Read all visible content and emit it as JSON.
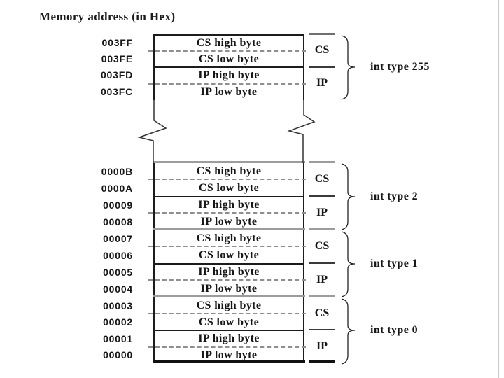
{
  "title": "Memory address (in Hex)",
  "colors": {
    "ink": "#1c1c1c",
    "group_boundary_gray": "#9c9c9c",
    "dash_gray": "#8f8f8f"
  },
  "groups": [
    {
      "label": "int type 255",
      "addresses": [
        "003FF",
        "003FE",
        "003FD",
        "003FC"
      ],
      "cells": [
        "CS high byte",
        "CS low byte",
        "IP high byte",
        "IP low byte"
      ],
      "registers": [
        "CS",
        "IP"
      ]
    },
    {
      "label": "int type 2",
      "addresses": [
        "0000B",
        "0000A",
        "00009",
        "00008"
      ],
      "cells": [
        "CS high byte",
        "CS low byte",
        "IP high byte",
        "IP low byte"
      ],
      "registers": [
        "CS",
        "IP"
      ]
    },
    {
      "label": "int type 1",
      "addresses": [
        "00007",
        "00006",
        "00005",
        "00004"
      ],
      "cells": [
        "CS high byte",
        "CS low byte",
        "IP high byte",
        "IP low byte"
      ],
      "registers": [
        "CS",
        "IP"
      ]
    },
    {
      "label": "int type 0",
      "addresses": [
        "00003",
        "00002",
        "00001",
        "00000"
      ],
      "cells": [
        "CS high byte",
        "CS low byte",
        "IP high byte",
        "IP low byte"
      ],
      "registers": [
        "CS",
        "IP"
      ]
    }
  ]
}
